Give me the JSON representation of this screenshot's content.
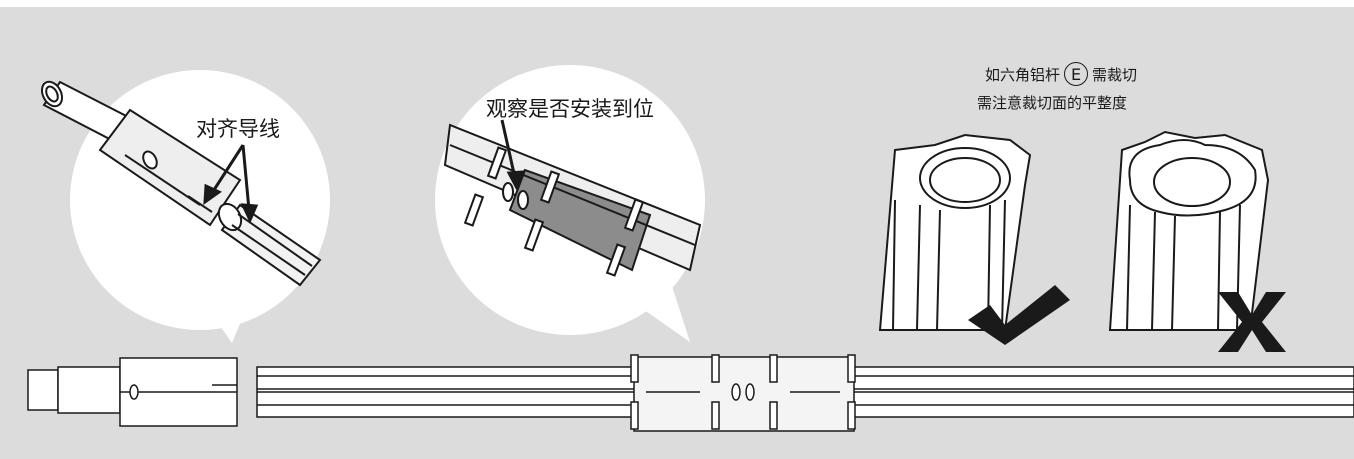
{
  "labels": {
    "align_wire": "对齐导线",
    "check_install": "观察是否安装到位",
    "cut_note_line1_pre": "如六角铝杆",
    "part_letter": "E",
    "cut_note_line1_post": "需裁切",
    "cut_note_line2": "需注意裁切面的平整度"
  },
  "icons": {
    "correct": "check-mark-icon",
    "wrong": "x-mark-icon"
  },
  "colors": {
    "background": "#dcdcdc",
    "bubble": "#ffffff",
    "line": "#1a1a1a",
    "sleeve_shade": "#8c8c8c"
  }
}
